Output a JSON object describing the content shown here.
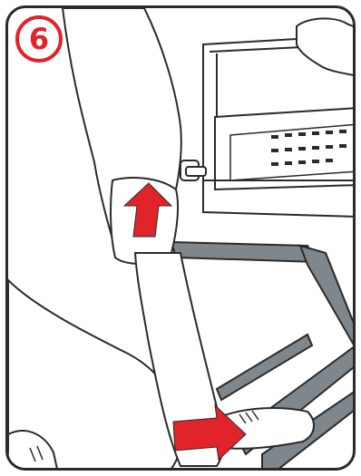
{
  "step": {
    "number": "6"
  },
  "colors": {
    "accent": "#e0242a",
    "frame": "#7f868c",
    "outline": "#2a2a2a",
    "fill": "#ffffff"
  },
  "arrows": [
    {
      "name": "lift-up-arrow-icon",
      "direction": "up"
    },
    {
      "name": "push-right-arrow-icon",
      "direction": "right"
    }
  ]
}
